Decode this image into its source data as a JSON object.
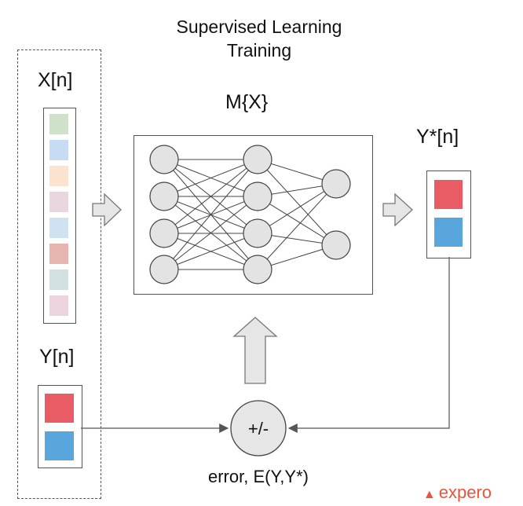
{
  "title": {
    "line1": "Supervised Learning",
    "line2": "Training"
  },
  "input_label": "X[n]",
  "model_label": "M{X}",
  "output_label": "Y*[n]",
  "target_label": "Y[n]",
  "error_node_label": "+/-",
  "error_caption": "error, E(Y,Y*)",
  "logo": {
    "text": "expero",
    "icon": "expero-triangle-icon"
  },
  "input_swatches": [
    "#cfe2c9",
    "#c7dbf3",
    "#fbe3cf",
    "#ead6df",
    "#cfe2f1",
    "#e6b5ae",
    "#d2e0e1",
    "#ecd3dd"
  ],
  "output_swatches": [
    "#e95c66",
    "#58a6dc"
  ],
  "target_swatches": [
    "#e95c66",
    "#58a6dc"
  ],
  "network_layers": [
    4,
    4,
    2
  ]
}
